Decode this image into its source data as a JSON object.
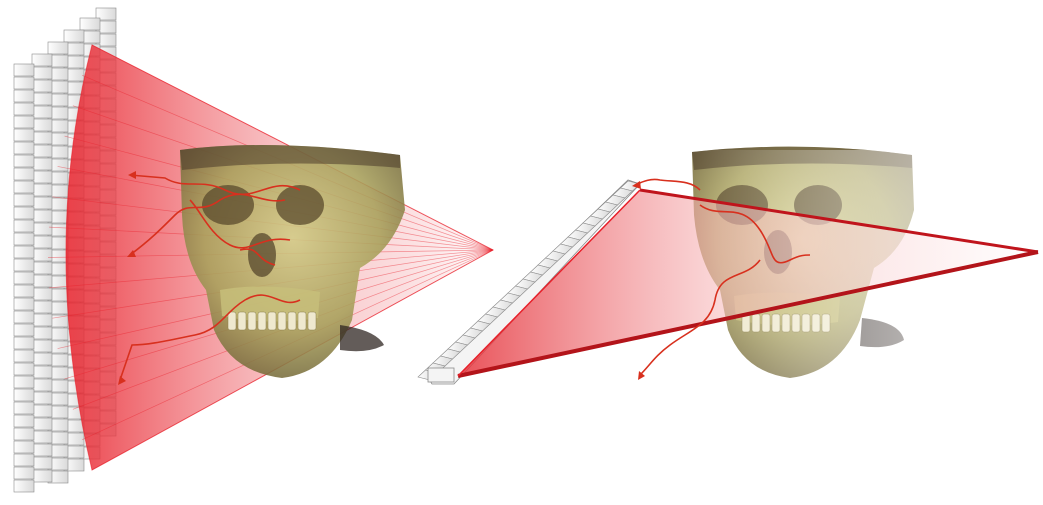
{
  "figure": {
    "panels": [
      {
        "name": "cone-beam",
        "ray_count": 14
      },
      {
        "name": "fan-beam",
        "ray_count": 1
      }
    ],
    "colors": {
      "beam": "#e8202a",
      "beam_edge": "#c0141c",
      "scatter": "#d8301e",
      "skull_bone": "#b9b06a",
      "skull_shadow": "#5a4a2c",
      "detector_face": "#f4f4f4",
      "detector_edge": "#8a8a8a"
    }
  }
}
